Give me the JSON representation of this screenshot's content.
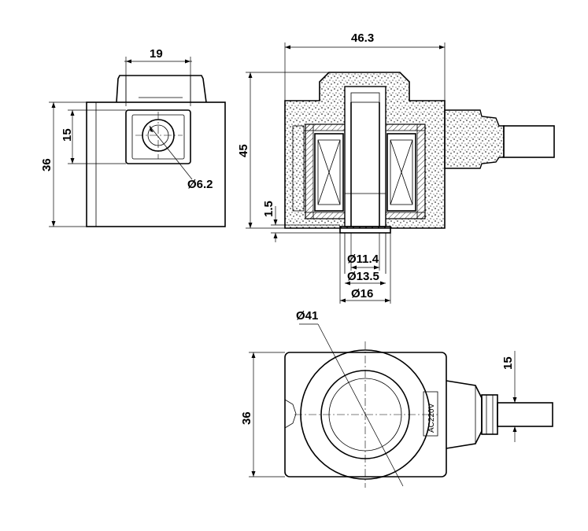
{
  "dimensions": {
    "width_top": "19",
    "height_port": "15",
    "height_body": "36",
    "port_diameter": "Ø6.2",
    "section_width": "46.3",
    "section_height": "45",
    "base_offset": "1.5",
    "bore_d1": "Ø11.4",
    "bore_d2": "Ø13.5",
    "bore_d3": "Ø16",
    "coil_diameter": "Ø41",
    "bottom_height": "36",
    "cable_height": "15"
  },
  "marking": "AC220V"
}
